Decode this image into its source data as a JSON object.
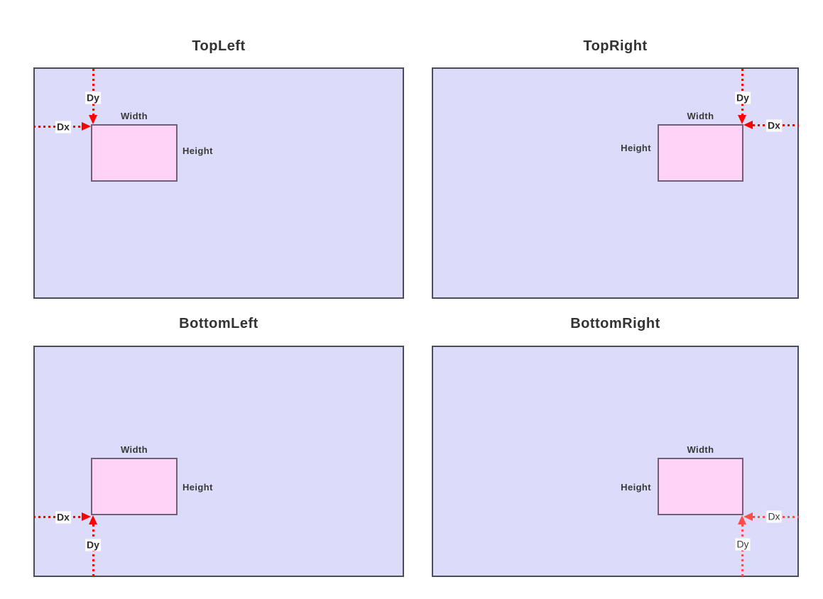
{
  "colors": {
    "page_bg": "#ffffff",
    "outer_fill": "#dcdcfa",
    "outer_border": "#4c4c57",
    "inner_fill": "#ffd2f7",
    "inner_border": "#6e6078",
    "title_text": "#333333",
    "dim_text": "#383838",
    "tag_text": "#2b2b2b",
    "tag_bg": "#ffffff",
    "arrow": "#ff0000",
    "arrow_soft": "#ff4d4d"
  },
  "panels": [
    {
      "title": "TopLeft",
      "width_label": "Width",
      "height_label": "Height",
      "dx_label": "Dx",
      "dy_label": "Dy"
    },
    {
      "title": "TopRight",
      "width_label": "Width",
      "height_label": "Height",
      "dx_label": "Dx",
      "dy_label": "Dy"
    },
    {
      "title": "BottomLeft",
      "width_label": "Width",
      "height_label": "Height",
      "dx_label": "Dx",
      "dy_label": "Dy"
    },
    {
      "title": "BottomRight",
      "width_label": "Width",
      "height_label": "Height",
      "dx_label": "Dx",
      "dy_label": "Dy"
    }
  ]
}
